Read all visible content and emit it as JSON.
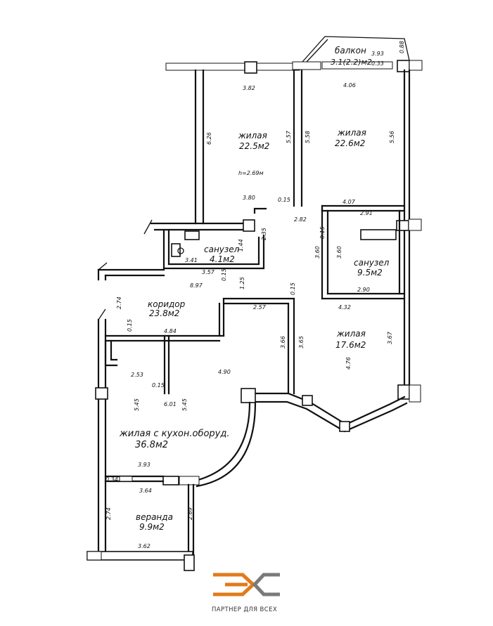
{
  "rooms": {
    "balcony": {
      "name": "балкон",
      "area": "3.1(2.2)м2"
    },
    "living_1": {
      "name": "жилая",
      "area": "22.5м2",
      "height": "h=2.69м"
    },
    "living_2": {
      "name": "жилая",
      "area": "22.6м2"
    },
    "bathroom_1": {
      "name": "санузел",
      "area": "4.1м2"
    },
    "bathroom_2": {
      "name": "санузел",
      "area": "9.5м2"
    },
    "corridor": {
      "name": "коридор",
      "area": "23.8м2"
    },
    "living_3": {
      "name": "жилая",
      "area": "17.6м2"
    },
    "kitchen": {
      "name": "жилая с кухон.оборуд.",
      "area": "36.8м2"
    },
    "veranda": {
      "name": "веранда",
      "area": "9.9м2"
    }
  },
  "dimensions": {
    "d_393_top": "3.93",
    "d_088": "0.88",
    "d_033": "0.33",
    "d_382": "3.82",
    "d_406": "4.06",
    "d_626": "6.26",
    "d_557": "5.57",
    "d_558": "5.58",
    "d_556": "5.56",
    "d_380": "3.80",
    "d_015_a": "0.15",
    "d_407": "4.07",
    "d_291": "2.91",
    "d_282": "2.82",
    "d_235": "2.35",
    "d_144": "1.44",
    "d_015_b": "0.15",
    "d_360_a": "3.60",
    "d_360_b": "3.60",
    "d_341": "3.41",
    "d_357": "3.57",
    "d_015_c": "0.15",
    "d_125": "1.25",
    "d_897": "8.97",
    "d_015_d": "0.15",
    "d_290": "2.90",
    "d_274_a": "2.74",
    "d_257": "2.57",
    "d_432": "4.32",
    "d_015_e": "0.15",
    "d_484": "4.84",
    "d_366": "3.66",
    "d_365": "3.65",
    "d_367": "3.67",
    "d_476": "4.76",
    "d_253": "2.53",
    "d_490": "4.90",
    "d_015_f": "0.15",
    "d_545_a": "5.45",
    "d_601": "6.01",
    "d_545_b": "5.45",
    "d_393_bot": "3.93",
    "d_034": "0.34",
    "d_364": "3.64",
    "d_274_b": "2.74",
    "d_269": "2.69",
    "d_362": "3.62"
  },
  "logo": {
    "caption": "ПАРТНЕР ДЛЯ ВСЕХ"
  },
  "colors": {
    "logo_orange": "#e07b1a",
    "logo_gray": "#7a7a7a",
    "wall": "#111111"
  }
}
